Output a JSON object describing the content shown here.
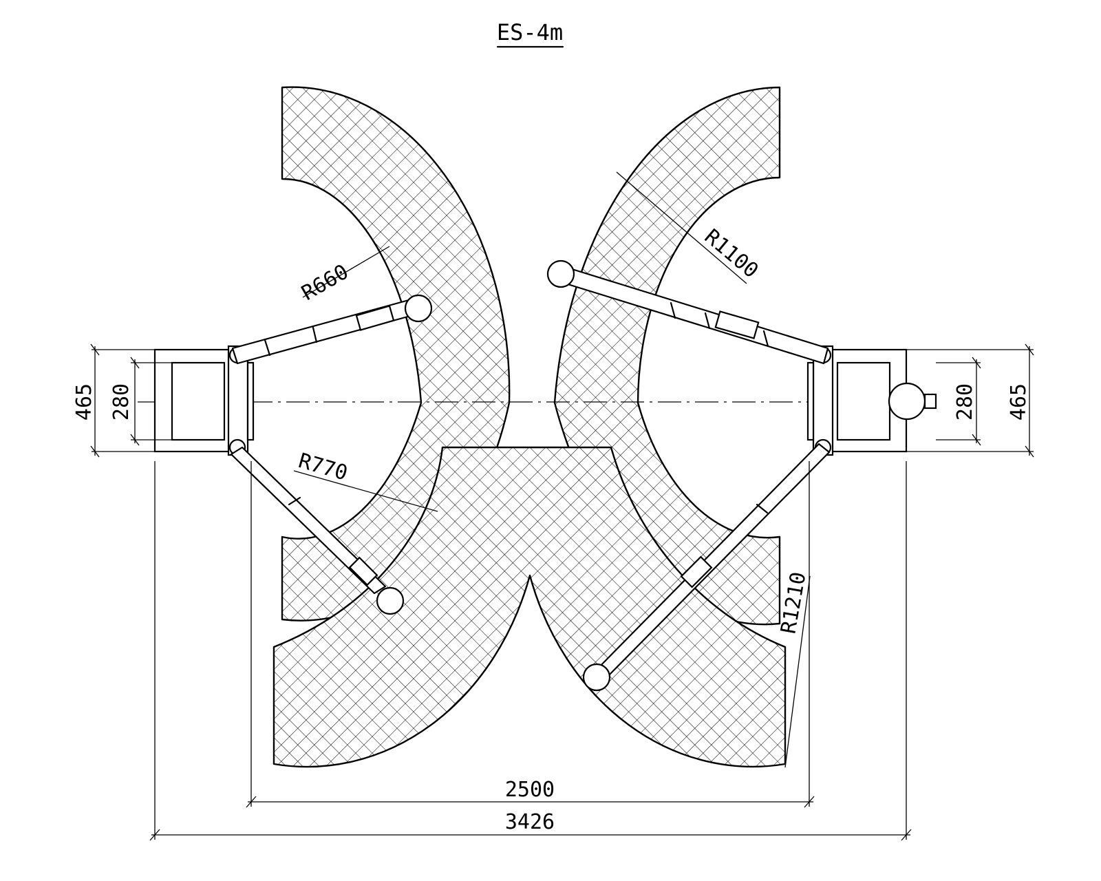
{
  "title": "ES-4m",
  "dimensions": {
    "column_width_outer_left": "465",
    "column_width_inner_left": "280",
    "column_width_inner_right": "280",
    "column_width_outer_right": "465",
    "inner_span": "2500",
    "overall_width": "3426"
  },
  "radii": {
    "short_arm_inner": "R660",
    "short_arm_outer": "R770",
    "long_arm_inner": "R1100",
    "long_arm_outer": "R1210"
  },
  "colors": {
    "line": "#000000",
    "background": "#ffffff"
  }
}
